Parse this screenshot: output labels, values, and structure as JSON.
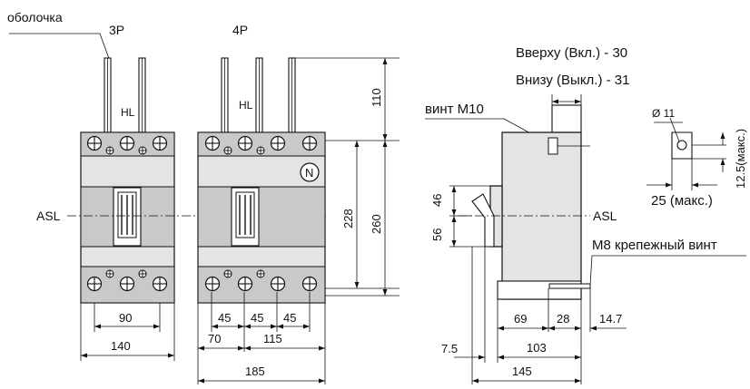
{
  "labels": {
    "shell": "оболочка",
    "pole3": "3P",
    "pole4": "4P",
    "hl3": "HL",
    "hl4": "HL",
    "asl_left": "ASL",
    "asl_right": "ASL",
    "neutral": "N",
    "top_on": "Вверху (Вкл.) - 30",
    "bottom_off": "Внизу (Выкл.) - 31",
    "screw_m10": "винт M10",
    "screw_m8": "M8 крепежный винт",
    "hole_d": "Ø 11",
    "max_12_5": "12.5(макс.)",
    "max_25": "25 (макс.)"
  },
  "dims": {
    "d90": "90",
    "d140": "140",
    "d45a": "45",
    "d45b": "45",
    "d45c": "45",
    "d70": "70",
    "d115": "115",
    "d185": "185",
    "d110": "110",
    "d228": "228",
    "d260": "260",
    "d46": "46",
    "d56": "56",
    "d69": "69",
    "d28": "28",
    "d14_7": "14.7",
    "d7_5": "7.5",
    "d103": "103",
    "d145": "145"
  }
}
